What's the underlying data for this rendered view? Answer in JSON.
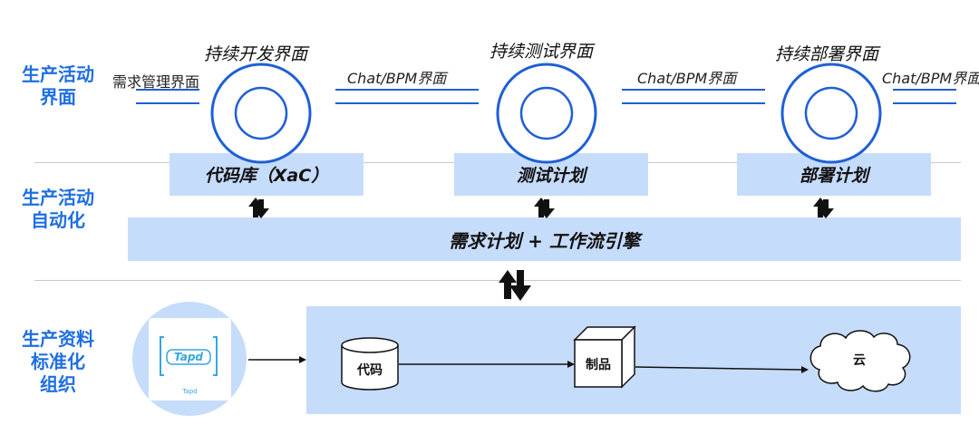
{
  "rows": {
    "activity_ui": "生产活动\n界面",
    "automation": "生产活动\n自动化",
    "materials": "生产资料\n标准化\n组织"
  },
  "stages": [
    {
      "title": "持续开发界面",
      "box": "代码库（XaC）"
    },
    {
      "title": "持续测试界面",
      "box": "测试计划"
    },
    {
      "title": "持续部署界面",
      "box": "部署计划"
    }
  ],
  "connectors": {
    "left": "需求管理界面",
    "chat1": "Chat/BPM界面",
    "chat2": "Chat/BPM界面",
    "chat3": "Chat/BPM界面"
  },
  "engine": "需求计划 + 工作流引擎",
  "tapd": {
    "logo": "Tapd",
    "caption": "Tapd"
  },
  "flow": {
    "code": "代码",
    "artifact": "制品",
    "cloud": "云"
  },
  "colors": {
    "accent": "#1f6fe0",
    "box_fill": "#c6dcfb",
    "line": "#1f5fd6"
  }
}
